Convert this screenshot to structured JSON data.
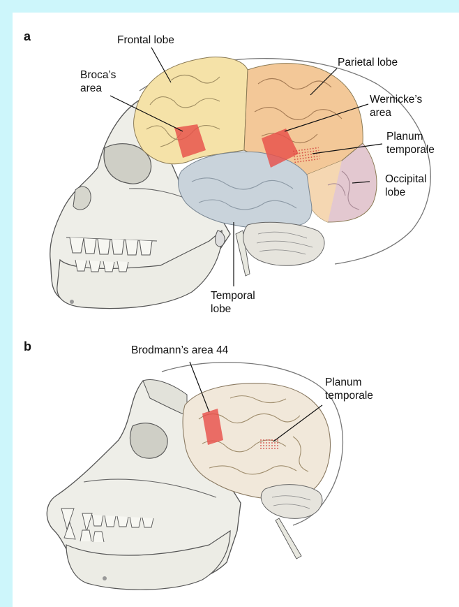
{
  "panel_a": {
    "letter": "a",
    "labels": {
      "frontal": "Frontal lobe",
      "parietal": "Parietal lobe",
      "broca": "Broca’s\narea",
      "wernicke": "Wernicke’s\narea",
      "planum": "Planum\ntemporale",
      "occipital": "Occipital\nlobe",
      "temporal": "Temporal\nlobe"
    }
  },
  "panel_b": {
    "letter": "b",
    "labels": {
      "brodmann": "Brodmann’s area 44",
      "planum": "Planum\ntemporale"
    }
  },
  "colors": {
    "frame": "#cdf6fb",
    "frontal": "#f5e2a8",
    "parietal": "#f3c898",
    "temporal": "#c9d3db",
    "occipital": "#e3c8d0",
    "language_area": "#e8504a",
    "planum": "#f2908a",
    "bone": "#eeeee8",
    "chimp_brain": "#f1e8da"
  }
}
